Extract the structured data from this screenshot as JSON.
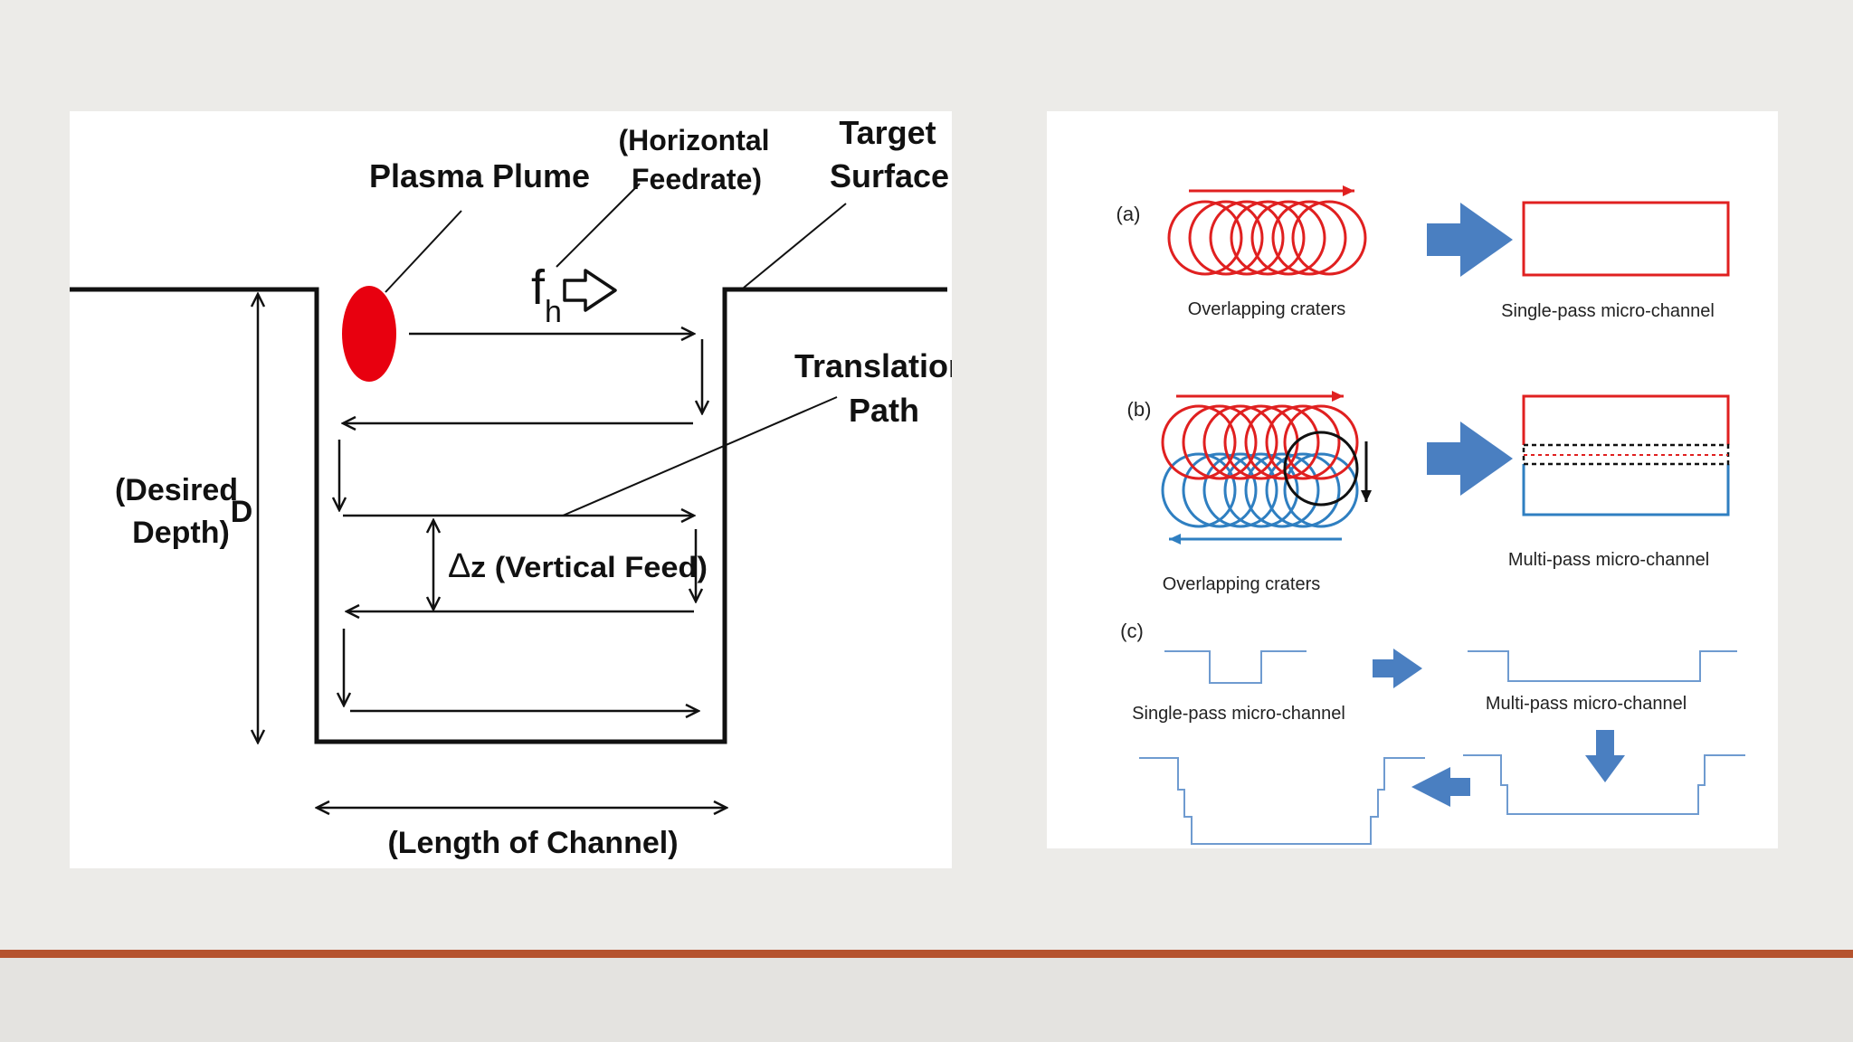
{
  "left_diagram": {
    "plasma_plume": "Plasma Plume",
    "horizontal_feedrate_1": "(Horizontal",
    "horizontal_feedrate_2": "Feedrate)",
    "target_1": "Target",
    "target_2": "Surface",
    "fh_main": "f",
    "fh_sub": "h",
    "translation_1": "Translation",
    "translation_2": "Path",
    "desired_1": "(Desired",
    "desired_2": "Depth)",
    "depth_symbol": "D",
    "delta": "Δ",
    "vertical_feed": "z (Vertical Feed)",
    "length": "(Length of Channel)"
  },
  "right_diagram": {
    "a_label": "(a)",
    "a_craters": "Overlapping craters",
    "a_channel": "Single-pass micro-channel",
    "b_label": "(b)",
    "b_craters": "Overlapping craters",
    "b_channel": "Multi-pass micro-channel",
    "c_label": "(c)",
    "c_single": "Single-pass micro-channel",
    "c_multi": "Multi-pass micro-channel"
  },
  "colors": {
    "accent_rule": "#b5532e",
    "crater_red": "#e02020",
    "crater_blue": "#2f7fc1",
    "arrow_blue": "#4a7fc1",
    "profile_blue": "#6f9bd0",
    "plume_red": "#e8000f"
  }
}
